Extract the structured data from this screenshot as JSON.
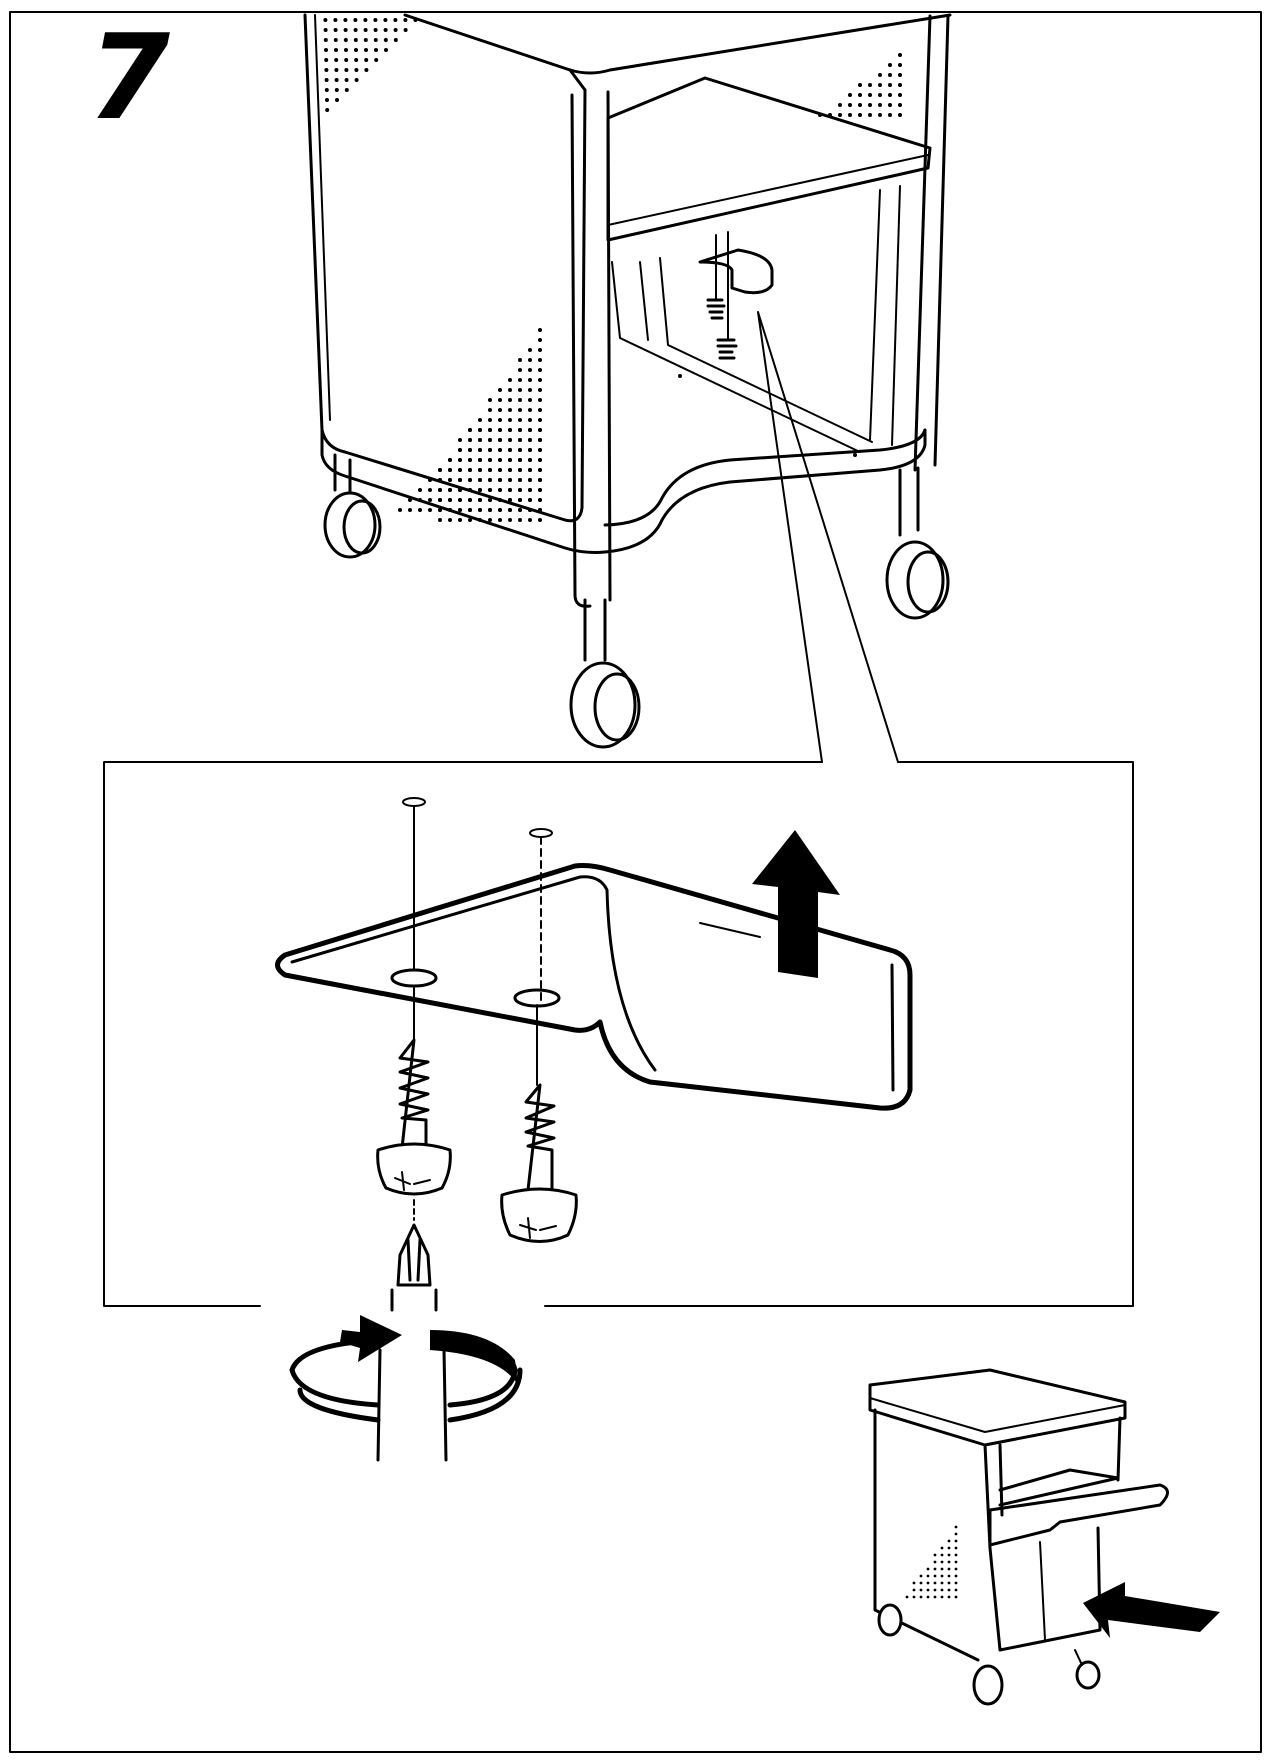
{
  "step": {
    "number": "7"
  },
  "icons": {
    "cabinet": "cabinet-with-casters",
    "bracket": "drawer-stop-bracket",
    "screws": "wood-screw",
    "screwdriver": "phillips-screwdriver-bit",
    "rotation": "clockwise-rotation-arrow",
    "lift": "upward-arrow",
    "push": "push-in-arrow"
  },
  "colors": {
    "line": "#000000",
    "background": "#ffffff"
  }
}
